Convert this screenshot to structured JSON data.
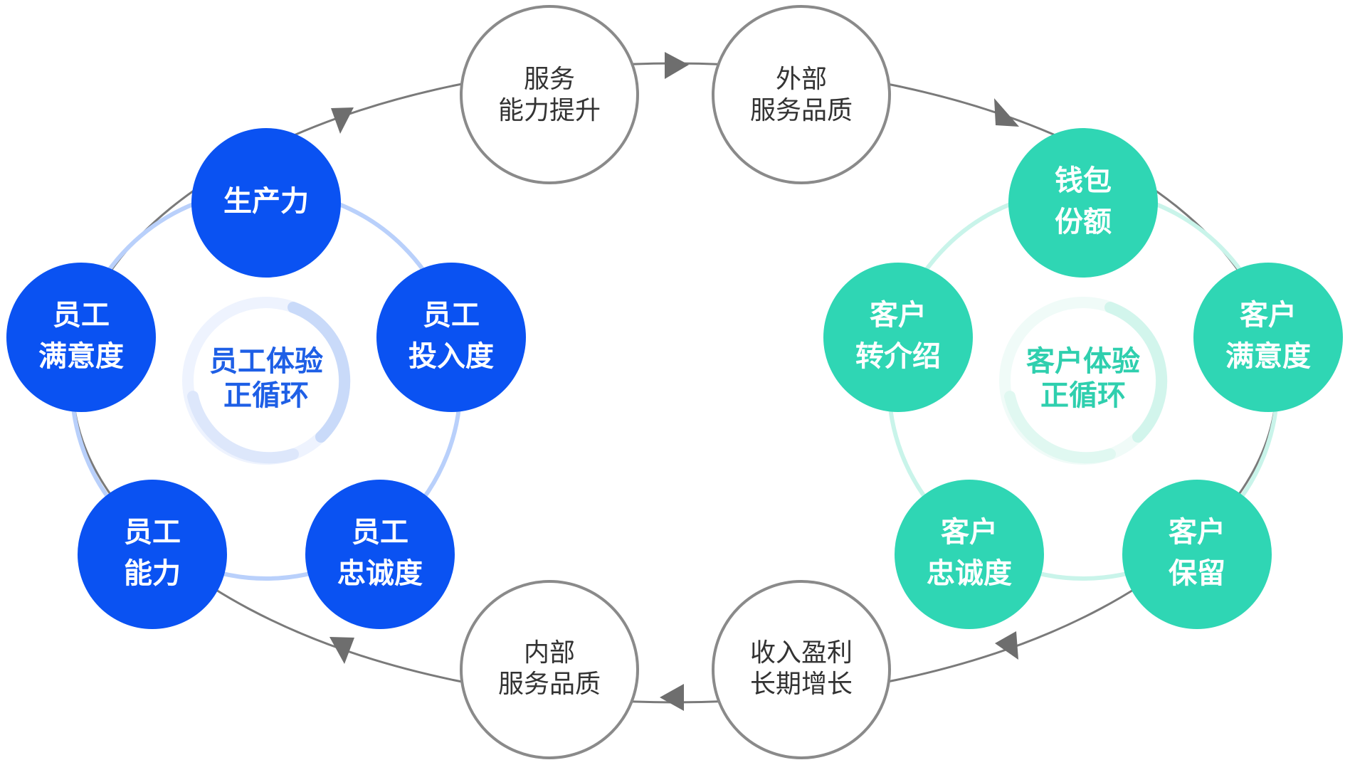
{
  "colors": {
    "employee_node": "#0a52f2",
    "employee_ring": "#b9d0fb",
    "customer_node": "#2fd6b4",
    "customer_ring": "#c9f4ea",
    "outer_ring": "#7a7a7a",
    "gray_node_border": "#8a8a8a"
  },
  "employee_loop": {
    "center_line1": "员工体验",
    "center_line2": "正循环",
    "nodes": [
      {
        "id": "productivity",
        "line1": "生产力",
        "line2": ""
      },
      {
        "id": "engagement",
        "line1": "员工",
        "line2": "投入度"
      },
      {
        "id": "loyalty",
        "line1": "员工",
        "line2": "忠诚度"
      },
      {
        "id": "capability",
        "line1": "员工",
        "line2": "能力"
      },
      {
        "id": "satisfaction",
        "line1": "员工",
        "line2": "满意度"
      }
    ]
  },
  "customer_loop": {
    "center_line1": "客户体验",
    "center_line2": "正循环",
    "nodes": [
      {
        "id": "wallet_share",
        "line1": "钱包",
        "line2": "份额"
      },
      {
        "id": "satisfaction",
        "line1": "客户",
        "line2": "满意度"
      },
      {
        "id": "retention",
        "line1": "客户",
        "line2": "保留"
      },
      {
        "id": "loyalty",
        "line1": "客户",
        "line2": "忠诚度"
      },
      {
        "id": "referral",
        "line1": "客户",
        "line2": "转介绍"
      }
    ]
  },
  "outer_nodes": [
    {
      "id": "service_capability",
      "line1": "服务",
      "line2": "能力提升"
    },
    {
      "id": "external_quality",
      "line1": "外部",
      "line2": "服务品质"
    },
    {
      "id": "revenue_growth",
      "line1": "收入盈利",
      "line2": "长期增长"
    },
    {
      "id": "internal_quality",
      "line1": "内部",
      "line2": "服务品质"
    }
  ]
}
